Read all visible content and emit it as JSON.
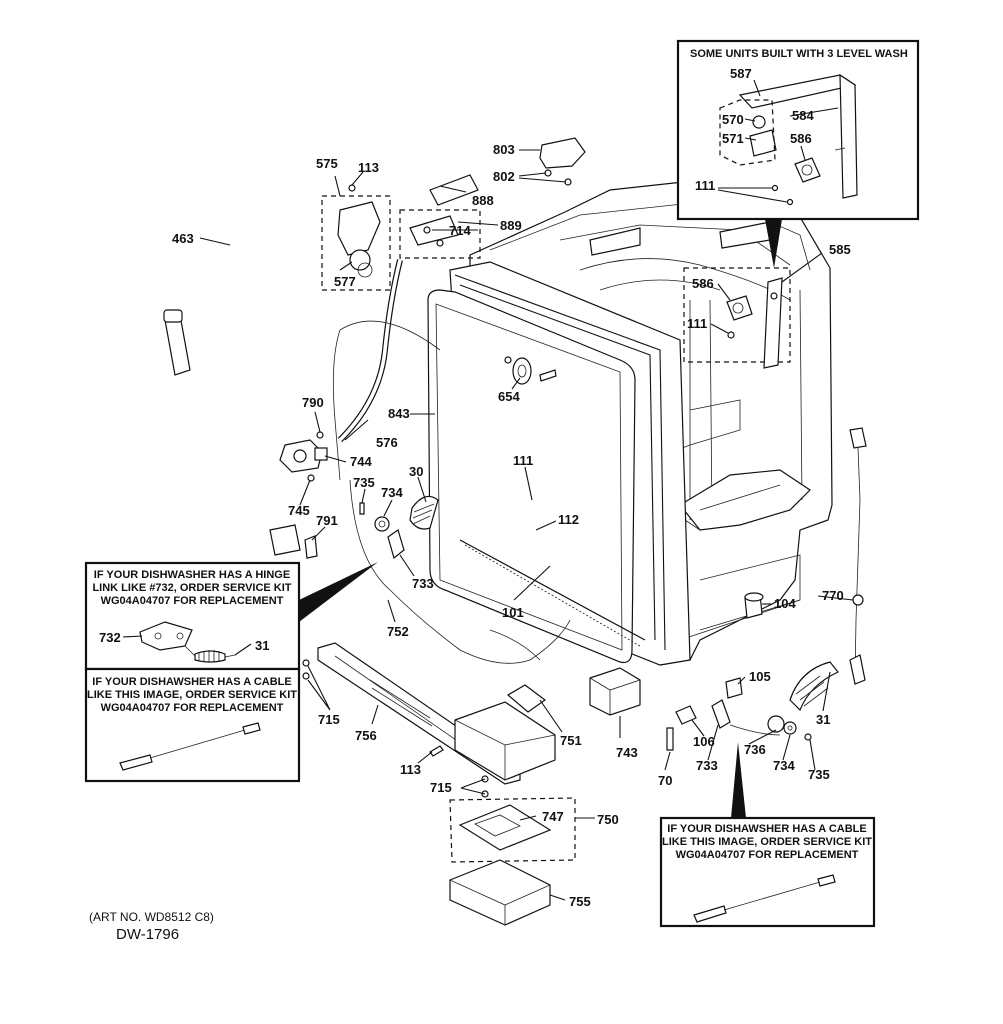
{
  "diagram": {
    "art_no": "(ART NO. WD8512 C8)",
    "drawing_id": "DW-1796"
  },
  "callouts": {
    "top_right": {
      "title": "SOME UNITS BUILT WITH 3 LEVEL WASH"
    },
    "hinge_kit": {
      "lines": [
        "IF YOUR DISHWASHER HAS A HINGE",
        "LINK LIKE #732, ORDER SERVICE KIT",
        "WG04A04707 FOR REPLACEMENT"
      ]
    },
    "cable_left": {
      "lines": [
        "IF YOUR DISHAWSHER HAS A CABLE",
        "LIKE THIS IMAGE, ORDER SERVICE KIT",
        "WG04A04707 FOR REPLACEMENT"
      ]
    },
    "cable_right": {
      "lines": [
        "IF YOUR DISHAWSHER HAS A CABLE",
        "LIKE THIS IMAGE, ORDER SERVICE KIT",
        "WG04A04707 FOR REPLACEMENT"
      ]
    }
  },
  "labels": {
    "l587": "587",
    "l570": "570",
    "l584": "584",
    "l571": "571",
    "l586a": "586",
    "l111a": "111",
    "l803": "803",
    "l802": "802",
    "l888": "888",
    "l889": "889",
    "l714": "714",
    "l575": "575",
    "l113a": "113",
    "l463": "463",
    "l577": "577",
    "l585": "585",
    "l586b": "586",
    "l111b": "111",
    "l654": "654",
    "l843": "843",
    "l790": "790",
    "l576": "576",
    "l744": "744",
    "l30": "30",
    "l735a": "735",
    "l734a": "734",
    "l745": "745",
    "l791": "791",
    "l111c": "111",
    "l112": "112",
    "l101": "101",
    "l733a": "733",
    "l752": "752",
    "l732": "732",
    "l31a": "31",
    "l104": "104",
    "l770": "770",
    "l715a": "715",
    "l756": "756",
    "l751": "751",
    "l743": "743",
    "l113b": "113",
    "l715b": "715",
    "l747": "747",
    "l750": "750",
    "l755": "755",
    "l105": "105",
    "l31b": "31",
    "l106": "106",
    "l736": "736",
    "l734b": "734",
    "l735b": "735",
    "l70": "70",
    "l733b": "733"
  }
}
